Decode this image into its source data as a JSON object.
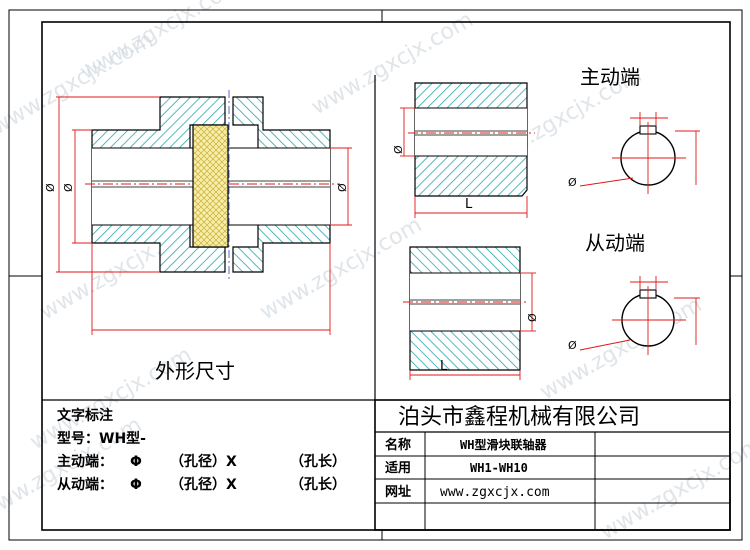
{
  "watermark": "www.zgxcjx.com",
  "labels": {
    "outer_size": "外形尺寸",
    "driving_end": "主动端",
    "driven_end": "从动端",
    "phi": "Ø",
    "length": "L"
  },
  "notes": {
    "title": "文字标注",
    "model_line": "型号：WH型-",
    "driving_line": {
      "label": "主动端：",
      "phi": "Φ",
      "bore": "（孔径）X",
      "len": "（孔长）"
    },
    "driven_line": {
      "label": "从动端：",
      "phi": "Φ",
      "bore": "（孔径）X",
      "len": "（孔长）"
    }
  },
  "title_block": {
    "company": "泊头市鑫程机械有限公司",
    "rows": [
      {
        "label": "名称",
        "value": "WH型滑块联轴器"
      },
      {
        "label": "适用",
        "value": "WH1-WH10"
      },
      {
        "label": "网址",
        "value": "www.zgxcjx.com"
      }
    ]
  },
  "colors": {
    "line": "#000000",
    "hatch": "#1fa3a8",
    "fill": "#7fd3d6",
    "slider": "#f3e8a0",
    "dim": "#e01818",
    "axis": "#3344bb"
  }
}
